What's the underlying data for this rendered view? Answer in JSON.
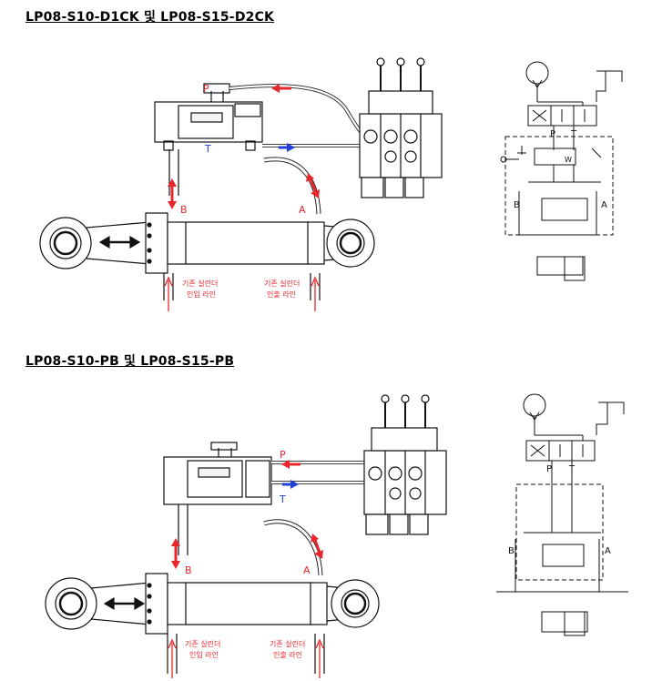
{
  "sections": [
    {
      "title": "LP08-S10-D1CK 및 LP08-S15-D2CK",
      "labels": {
        "p": "P",
        "t": "T",
        "b": "B",
        "a": "A",
        "inlet_line1": "기존 실린더",
        "inlet_line2": "인입 라인",
        "outlet_line1": "기존 실린더",
        "outlet_line2": "인출 라인"
      },
      "schematic": {
        "p": "P",
        "t": "T",
        "a": "A",
        "b": "B",
        "w": "W"
      }
    },
    {
      "title": "LP08-S10-PB 및 LP08-S15-PB",
      "labels": {
        "p": "P",
        "t": "T",
        "b": "B",
        "a": "A",
        "inlet_line1": "기존 실린더",
        "inlet_line2": "인입 라인",
        "outlet_line1": "기존 실린더",
        "outlet_line2": "인출 라인"
      },
      "schematic": {
        "p": "P",
        "t": "T",
        "a": "A",
        "b": "B"
      }
    }
  ],
  "colors": {
    "pressure_arrow": "#e8262b",
    "return_arrow": "#1f3fd6",
    "label_red": "#e8262b",
    "label_blue": "#1f3fd6",
    "line": "#111111"
  }
}
